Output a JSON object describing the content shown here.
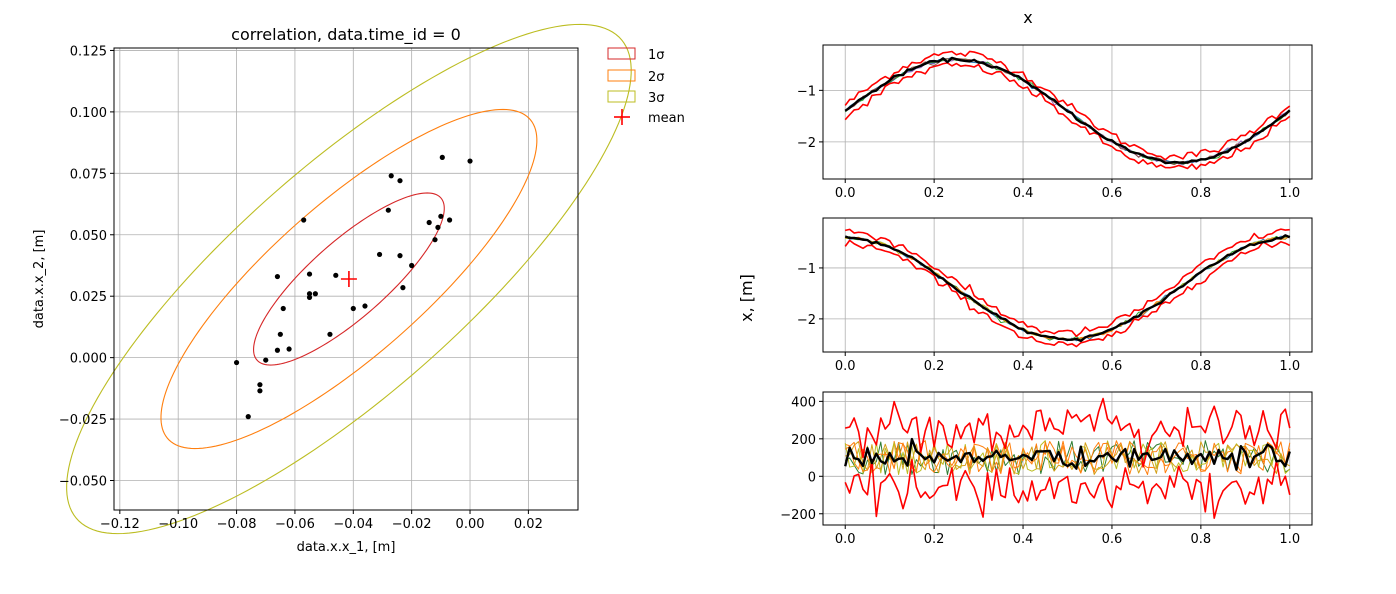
{
  "colors": {
    "sigma1": "#d62728",
    "sigma2": "#ff7f0e",
    "sigma3": "#bcbd22",
    "mean": "#ff0000",
    "samples": "#000000",
    "bound": "#ff0000",
    "mean_line": "#000000",
    "grid": "#b0b0b0"
  },
  "chart_data": [
    {
      "type": "scatter",
      "title": "correlation, data.time_id = 0",
      "xlabel": "data.x.x_1, [m]",
      "ylabel": "data.x.x_2, [m]",
      "xlim": [
        -0.122,
        0.037
      ],
      "ylim": [
        -0.062,
        0.126
      ],
      "xticks": [
        -0.12,
        -0.1,
        -0.08,
        -0.06,
        -0.04,
        -0.02,
        0.0,
        0.02
      ],
      "xtick_labels": [
        "−0.12",
        "−0.10",
        "−0.08",
        "−0.06",
        "−0.04",
        "−0.02",
        "0.00",
        "0.02"
      ],
      "yticks": [
        -0.05,
        -0.025,
        0.0,
        0.025,
        0.05,
        0.075,
        0.1,
        0.125
      ],
      "ytick_labels": [
        "−0.050",
        "−0.025",
        "0.000",
        "0.025",
        "0.050",
        "0.075",
        "0.100",
        "0.125"
      ],
      "grid": true,
      "legend_position": "outside-right",
      "legend": [
        {
          "label": "1σ",
          "kind": "patch",
          "color": "#d62728"
        },
        {
          "label": "2σ",
          "kind": "patch",
          "color": "#ff7f0e"
        },
        {
          "label": "3σ",
          "kind": "patch",
          "color": "#bcbd22"
        },
        {
          "label": "mean",
          "kind": "plus",
          "color": "#ff0000"
        }
      ],
      "mean": [
        -0.0415,
        0.032
      ],
      "ellipses": [
        {
          "name": "1σ",
          "cx": -0.0415,
          "cy": 0.032,
          "semi_major": 0.0457,
          "semi_minor": 0.0143,
          "angle_deg": 47.4
        },
        {
          "name": "2σ",
          "cx": -0.0415,
          "cy": 0.032,
          "semi_major": 0.09,
          "semi_minor": 0.0284,
          "angle_deg": 47.4
        },
        {
          "name": "3σ",
          "cx": -0.0415,
          "cy": 0.032,
          "semi_major": 0.1352,
          "semi_minor": 0.0426,
          "angle_deg": 47.4
        }
      ],
      "points": [
        [
          -0.0095,
          0.0815
        ],
        [
          0.0,
          0.08
        ],
        [
          -0.027,
          0.074
        ],
        [
          -0.024,
          0.072
        ],
        [
          -0.057,
          0.056
        ],
        [
          -0.028,
          0.06
        ],
        [
          -0.014,
          0.055
        ],
        [
          -0.01,
          0.0575
        ],
        [
          -0.007,
          0.056
        ],
        [
          -0.011,
          0.053
        ],
        [
          -0.012,
          0.048
        ],
        [
          -0.031,
          0.042
        ],
        [
          -0.024,
          0.0415
        ],
        [
          -0.02,
          0.0375
        ],
        [
          -0.055,
          0.034
        ],
        [
          -0.046,
          0.0335
        ],
        [
          -0.066,
          0.033
        ],
        [
          -0.023,
          0.0285
        ],
        [
          -0.055,
          0.026
        ],
        [
          -0.053,
          0.026
        ],
        [
          -0.055,
          0.0245
        ],
        [
          -0.064,
          0.02
        ],
        [
          -0.04,
          0.02
        ],
        [
          -0.036,
          0.021
        ],
        [
          -0.048,
          0.0095
        ],
        [
          -0.065,
          0.0095
        ],
        [
          -0.062,
          0.0035
        ],
        [
          -0.066,
          0.003
        ],
        [
          -0.07,
          -0.001
        ],
        [
          -0.08,
          -0.002
        ],
        [
          -0.072,
          -0.011
        ],
        [
          -0.072,
          -0.0135
        ],
        [
          -0.076,
          -0.024
        ]
      ]
    },
    {
      "type": "line",
      "subplot_group": "x",
      "title": "x",
      "ylabel": "x, [m]",
      "xlim": [
        -0.05,
        1.05
      ],
      "ylim": [
        -2.72,
        -0.12
      ],
      "xticks": [
        0.0,
        0.2,
        0.4,
        0.6,
        0.8,
        1.0
      ],
      "xtick_labels": [
        "0.0",
        "0.2",
        "0.4",
        "0.6",
        "0.8",
        "1.0"
      ],
      "yticks": [
        -2,
        -1
      ],
      "ytick_labels": [
        "−2",
        "−1"
      ],
      "grid": true,
      "mean_curve": {
        "offset": -1.4,
        "amplitude": 1.0,
        "frequency": 1.0,
        "phase": 0.0
      },
      "sample_count": 4,
      "sample_colors": [
        "#1f77b4",
        "#9467bd",
        "#2ca02c",
        "#8c564b"
      ],
      "bound_offset": 0.12,
      "noise": 0.035
    },
    {
      "type": "line",
      "subplot_group": "x",
      "xlim": [
        -0.05,
        1.05
      ],
      "ylim": [
        -2.65,
        -0.02
      ],
      "xticks": [
        0.0,
        0.2,
        0.4,
        0.6,
        0.8,
        1.0
      ],
      "xtick_labels": [
        "0.0",
        "0.2",
        "0.4",
        "0.6",
        "0.8",
        "1.0"
      ],
      "yticks": [
        -2,
        -1
      ],
      "ytick_labels": [
        "−2",
        "−1"
      ],
      "grid": true,
      "mean_curve": {
        "offset": -1.4,
        "amplitude": 1.0,
        "frequency": 1.0,
        "phase": 1.5708
      },
      "sample_count": 4,
      "sample_colors": [
        "#1f77b4",
        "#2ca02c",
        "#bcbd22",
        "#ff7f0e"
      ],
      "bound_offset": 0.12,
      "noise": 0.035
    },
    {
      "type": "line",
      "subplot_group": "x",
      "xlim": [
        -0.05,
        1.05
      ],
      "ylim": [
        -260,
        450
      ],
      "xticks": [
        0.0,
        0.2,
        0.4,
        0.6,
        0.8,
        1.0
      ],
      "xtick_labels": [
        "0.0",
        "0.2",
        "0.4",
        "0.6",
        "0.8",
        "1.0"
      ],
      "yticks": [
        -200,
        0,
        200,
        400
      ],
      "ytick_labels": [
        "−200",
        "0",
        "200",
        "400"
      ],
      "grid": true,
      "mean_level": 100,
      "mean_noise": 28,
      "sample_count": 5,
      "sample_colors": [
        "#2e7d32",
        "#ff7f0e",
        "#bcbd22",
        "#d4a017",
        "#ff7f0e"
      ],
      "sample_spread": 70,
      "upper_bound_level": 260,
      "lower_bound_level": -60,
      "bound_noise": 65
    }
  ]
}
